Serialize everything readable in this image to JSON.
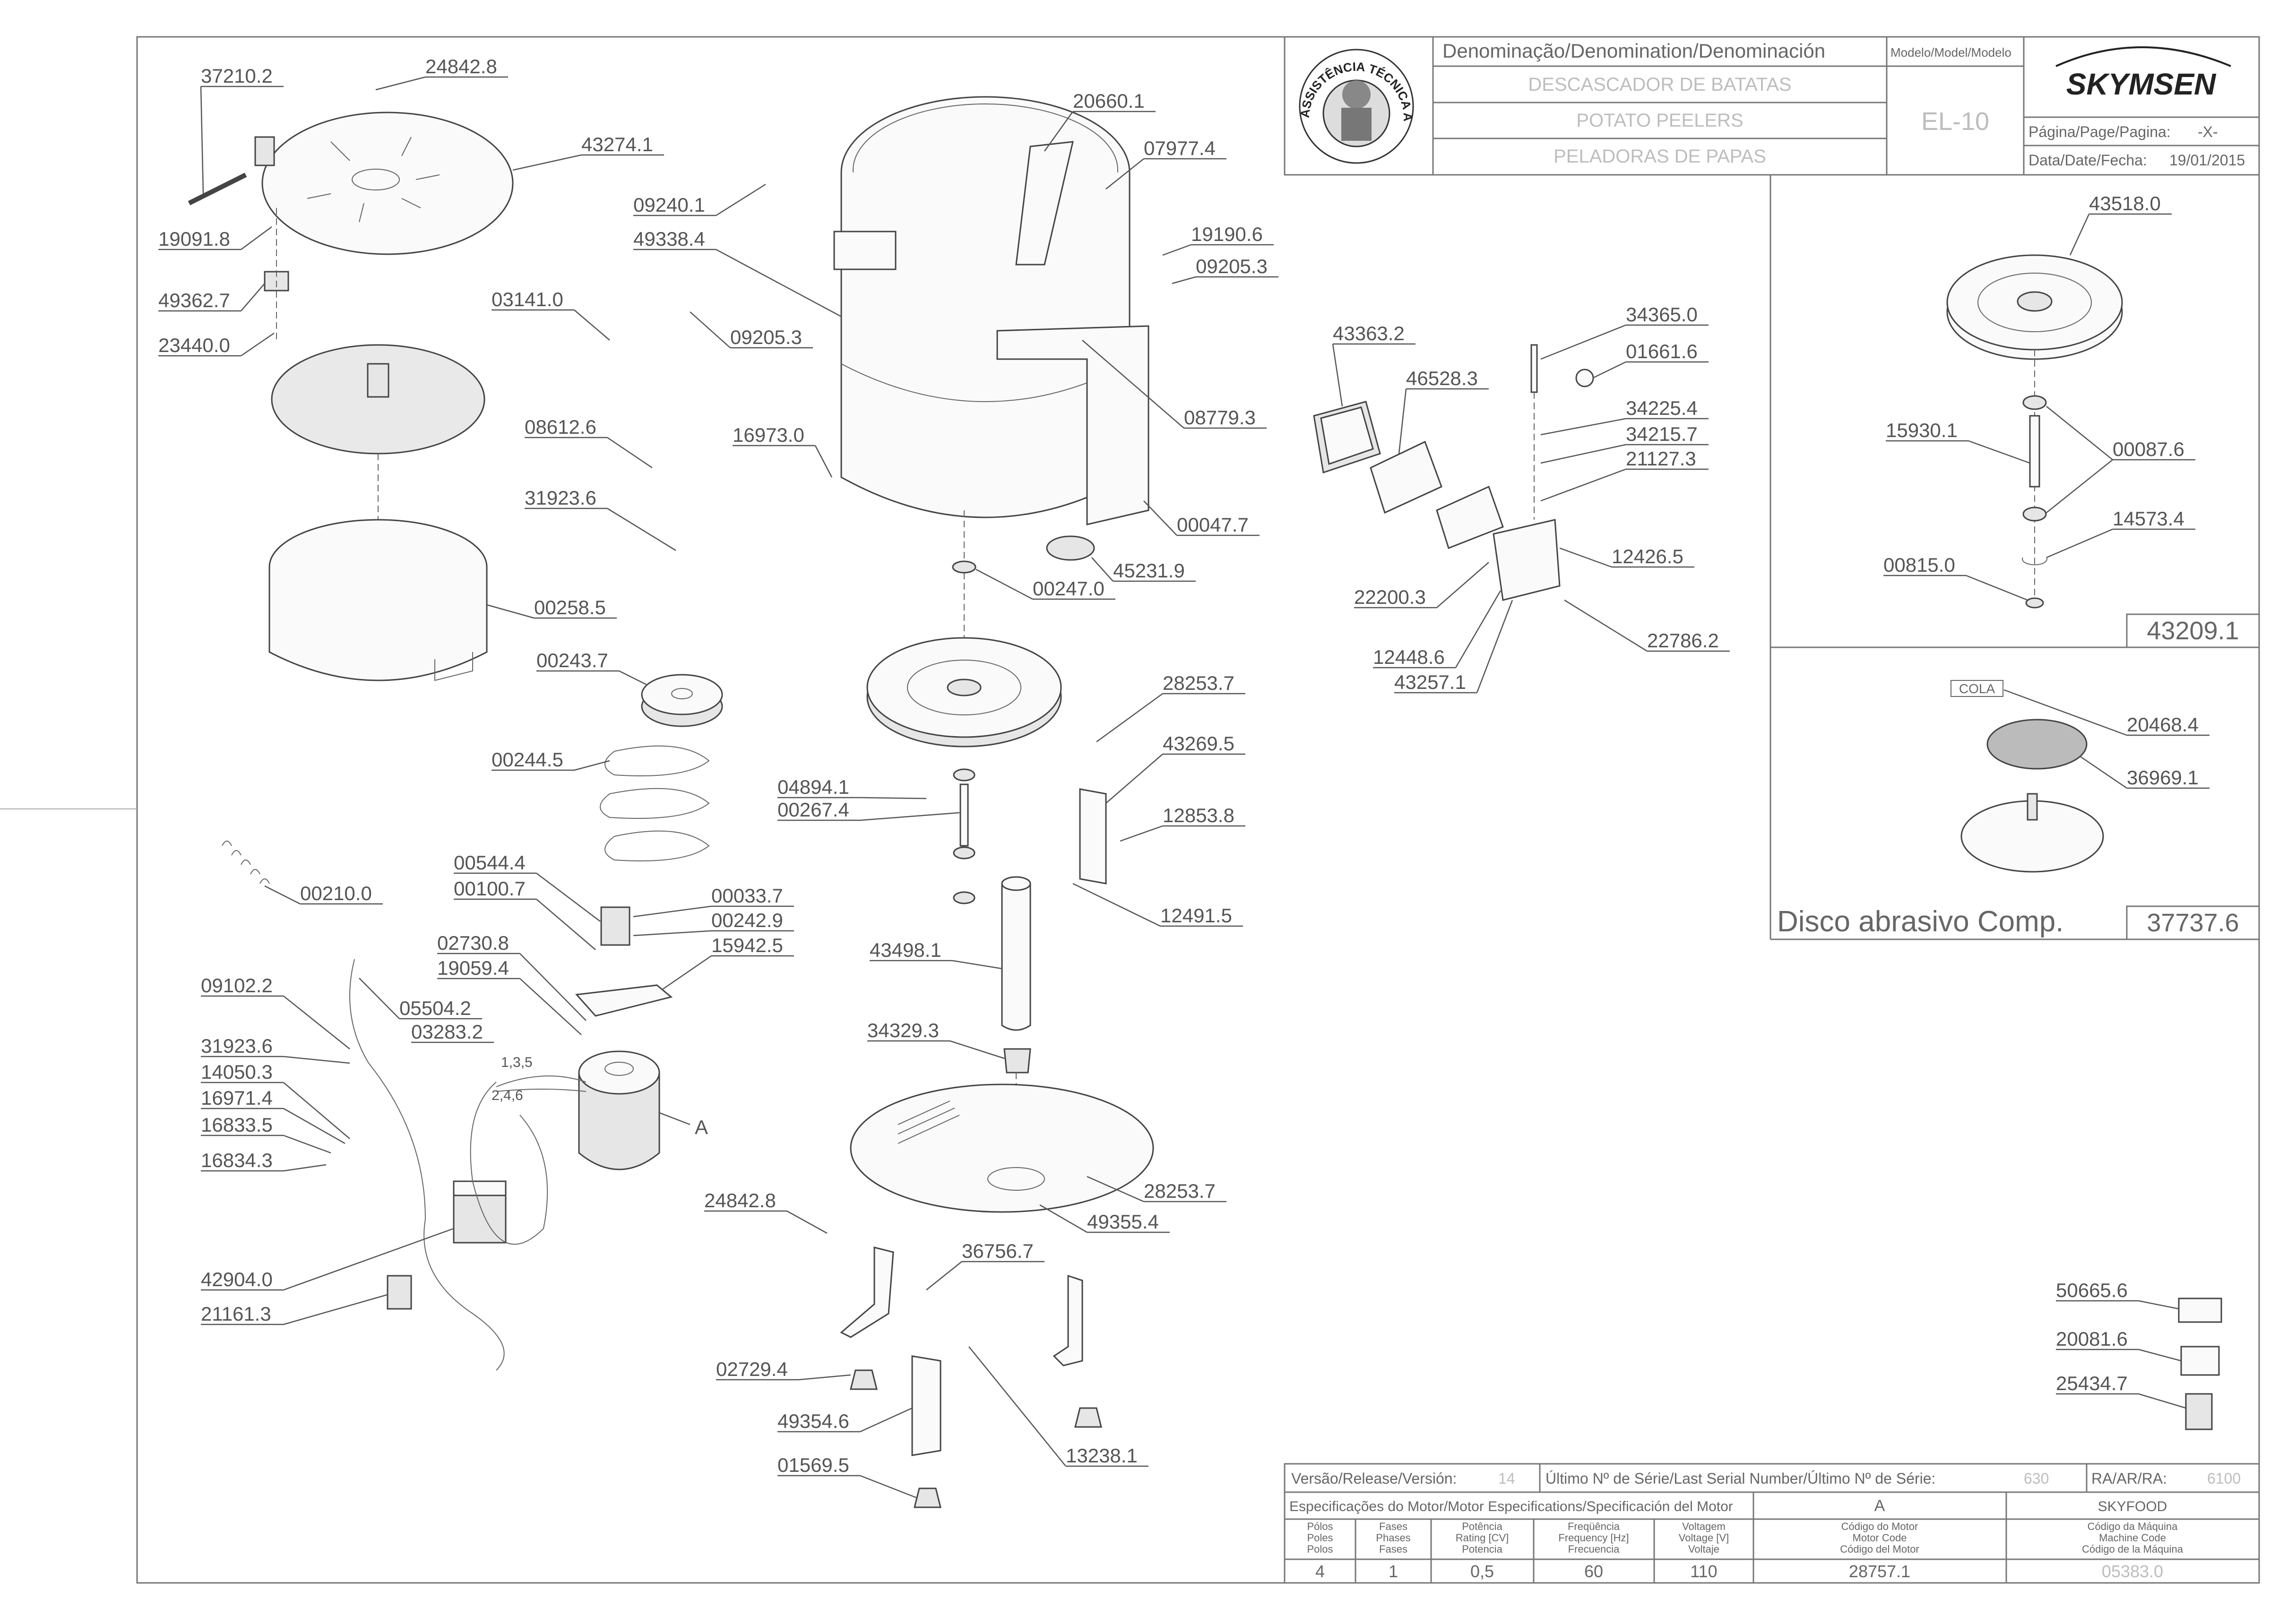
{
  "title_block": {
    "denomination_header": "Denominação/Denomination/Denominación",
    "model_header": "Modelo/Model/Modelo",
    "name_pt": "DESCASCADOR DE BATATAS",
    "name_en": "POTATO PEELERS",
    "name_es": "PELADORAS DE PAPAS",
    "model": "EL-10",
    "brand": "SKYMSEN",
    "stamp_text": "ASSISTÊNCIA TÉCNICA AUTORIZADA",
    "page_label": "Página/Page/Pagina:",
    "page_value": "-X-",
    "date_label": "Data/Date/Fecha:",
    "date_value": "19/01/2015"
  },
  "bottom_block": {
    "version_label": "Versão/Release/Versión:",
    "version_value": "14",
    "serial_label": "Último Nº de Série/Last Serial Number/Último Nº de Série:",
    "serial_value": "630",
    "ra_label": "RA/AR/RA:",
    "ra_value": "6100",
    "motor_spec_label": "Especificações do Motor/Motor Especifications/Specificación del Motor",
    "motor_letter": "A",
    "brand_name": "SKYFOOD",
    "columns": [
      {
        "lines": [
          "Pólos",
          "Poles",
          "Polos"
        ],
        "value": "4"
      },
      {
        "lines": [
          "Fases",
          "Phases",
          "Fases"
        ],
        "value": "1"
      },
      {
        "lines": [
          "Potência",
          "Rating [CV]",
          "Potencia"
        ],
        "value": "0,5"
      },
      {
        "lines": [
          "Freqüência",
          "Frequency [Hz]",
          "Frecuencia"
        ],
        "value": "60"
      },
      {
        "lines": [
          "Voltagem",
          "Voltage [V]",
          "Voltaje"
        ],
        "value": "110"
      },
      {
        "lines": [
          "Código do Motor",
          "Motor Code",
          "Código del Motor"
        ],
        "value": "28757.1"
      },
      {
        "lines": [
          "Código da Máquina",
          "Machine Code",
          "Código de la Máquina"
        ],
        "value": "05383.0"
      }
    ]
  },
  "right_panels": {
    "kit_code_1": "43209.1",
    "cola_label": "COLA",
    "disc_label": "Disco abrasivo Comp.",
    "disc_code": "37737.6"
  },
  "motor_callout": "A",
  "wire_labels": {
    "a": "1,3,5",
    "b": "2,4,6"
  },
  "part_labels": [
    "37210.2",
    "24842.8",
    "43274.1",
    "19091.8",
    "49362.7",
    "23440.0",
    "00258.5",
    "00243.7",
    "00244.5",
    "00210.0",
    "00544.4",
    "00100.7",
    "02730.8",
    "19059.4",
    "09102.2",
    "05504.2",
    "03283.2",
    "31923.6",
    "14050.3",
    "16971.4",
    "16833.5",
    "16834.3",
    "42904.0",
    "21161.3",
    "03141.0",
    "09205.3",
    "08612.6",
    "31923.6",
    "00033.7",
    "00242.9",
    "15942.5",
    "20660.1",
    "07977.4",
    "09240.1",
    "49338.4",
    "19190.6",
    "09205.3",
    "08779.3",
    "16973.0",
    "00047.7",
    "45231.9",
    "00247.0",
    "28253.7",
    "43269.5",
    "04894.1",
    "00267.4",
    "12853.8",
    "12491.5",
    "43498.1",
    "34329.3",
    "28253.7",
    "49355.4",
    "24842.8",
    "36756.7",
    "02729.4",
    "49354.6",
    "13238.1",
    "01569.5",
    "43363.2",
    "46528.3",
    "34365.0",
    "01661.6",
    "34225.4",
    "34215.7",
    "21127.3",
    "12426.5",
    "22200.3",
    "12448.6",
    "43257.1",
    "22786.2",
    "43518.0",
    "15930.1",
    "00087.6",
    "14573.4",
    "00815.0",
    "20468.4",
    "36969.1",
    "50665.6",
    "20081.6",
    "25434.7"
  ]
}
